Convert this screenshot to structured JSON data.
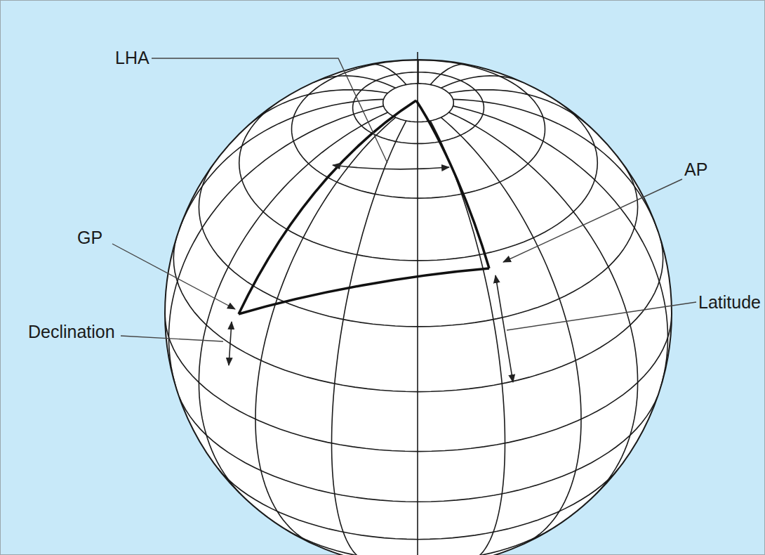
{
  "diagram": {
    "labels": [
      "LHA",
      "AP",
      "GP",
      "Latitude",
      "Declination"
    ]
  }
}
